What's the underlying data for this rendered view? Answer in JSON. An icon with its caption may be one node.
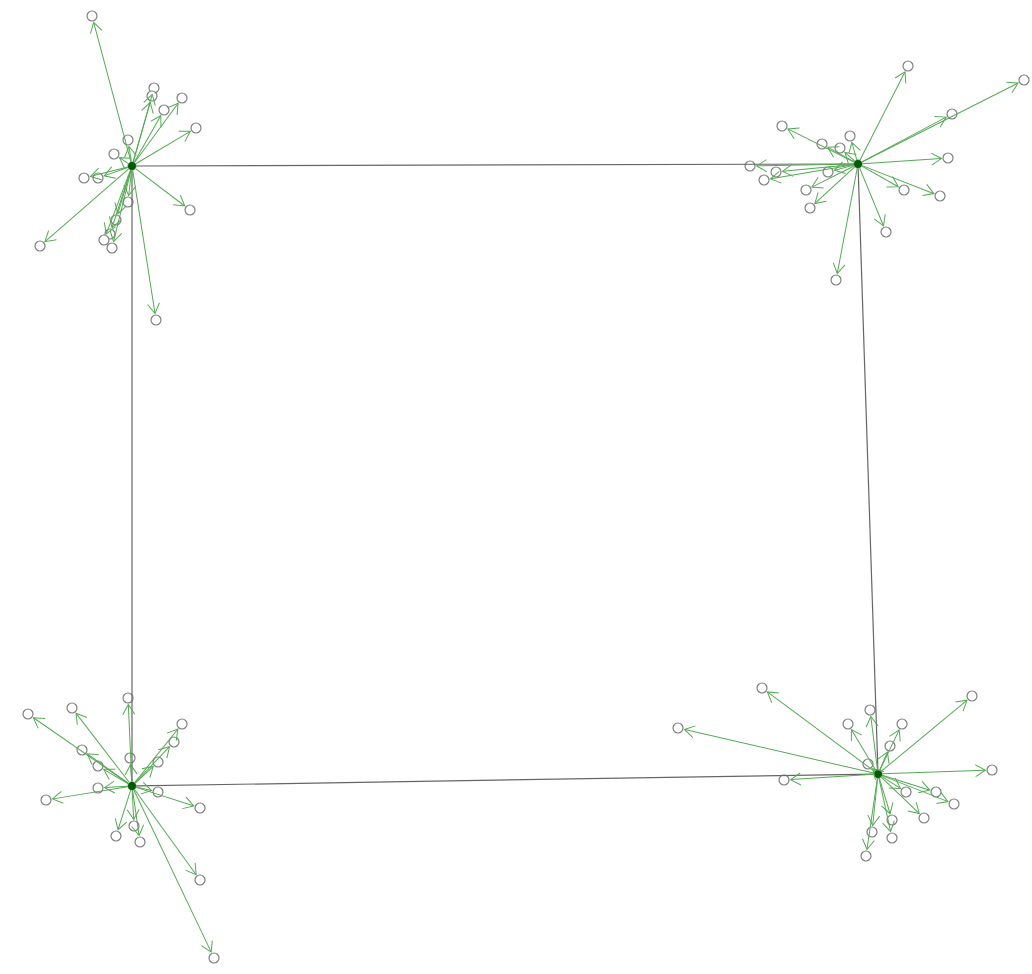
{
  "diagram": {
    "nodes": [
      {
        "text": [],
        "shape": "dot"
      },
      {
        "text": [],
        "shape": "circle"
      },
      {
        "text": [],
        "shape": "circle"
      },
      {
        "text": [],
        "shape": "circle"
      },
      {
        "text": [],
        "shape": "circle"
      },
      {
        "text": [],
        "shape": "circle"
      },
      {
        "text": [],
        "shape": "circle"
      },
      {
        "text": [],
        "shape": "circle"
      },
      {
        "text": [],
        "shape": "circle"
      },
      {
        "text": [],
        "shape": "circle"
      },
      {
        "text": [],
        "shape": "circle"
      },
      {
        "text": [],
        "shape": "circle"
      },
      {
        "text": [],
        "shape": "circle"
      },
      {
        "text": [],
        "shape": "circle"
      },
      {
        "text": [],
        "shape": "circle"
      },
      {
        "text": [],
        "shape": "circle"
      },
      {
        "text": [],
        "shape": "circle"
      },
      {
        "text": [],
        "shape": "circle"
      },
      {
        "text": [],
        "shape": "circle"
      },
      {
        "text": [],
        "shape": "dot"
      },
      {
        "text": [],
        "shape": "circle"
      },
      {
        "text": [],
        "shape": "circle"
      },
      {
        "text": [],
        "shape": "circle"
      },
      {
        "text": [],
        "shape": "circle"
      },
      {
        "text": [],
        "shape": "circle"
      },
      {
        "text": [],
        "shape": "circle"
      },
      {
        "text": [],
        "shape": "circle"
      },
      {
        "text": [],
        "shape": "circle"
      },
      {
        "text": [],
        "shape": "circle"
      },
      {
        "text": [],
        "shape": "circle"
      },
      {
        "text": [],
        "shape": "circle"
      },
      {
        "text": [],
        "shape": "circle"
      },
      {
        "text": [],
        "shape": "circle"
      },
      {
        "text": [],
        "shape": "circle"
      },
      {
        "text": [],
        "shape": "circle"
      },
      {
        "text": [],
        "shape": "circle"
      },
      {
        "text": [],
        "shape": "circle"
      },
      {
        "text": [],
        "shape": "circle"
      },
      {
        "text": [],
        "shape": "dot"
      },
      {
        "text": [],
        "shape": "circle"
      },
      {
        "text": [],
        "shape": "circle"
      },
      {
        "text": [],
        "shape": "circle"
      },
      {
        "text": [],
        "shape": "circle"
      },
      {
        "text": [],
        "shape": "circle"
      },
      {
        "text": [],
        "shape": "circle"
      },
      {
        "text": [],
        "shape": "circle"
      },
      {
        "text": [],
        "shape": "circle"
      },
      {
        "text": [],
        "shape": "circle"
      },
      {
        "text": [],
        "shape": "circle"
      },
      {
        "text": [],
        "shape": "circle"
      },
      {
        "text": [],
        "shape": "circle"
      },
      {
        "text": [],
        "shape": "circle"
      },
      {
        "text": [],
        "shape": "circle"
      },
      {
        "text": [],
        "shape": "circle"
      },
      {
        "text": [],
        "shape": "circle"
      },
      {
        "text": [],
        "shape": "circle"
      },
      {
        "text": [],
        "shape": "circle"
      },
      {
        "text": [],
        "shape": "dot"
      },
      {
        "text": [],
        "shape": "circle"
      },
      {
        "text": [],
        "shape": "circle"
      },
      {
        "text": [],
        "shape": "circle"
      },
      {
        "text": [],
        "shape": "circle"
      },
      {
        "text": [],
        "shape": "circle"
      },
      {
        "text": [],
        "shape": "circle"
      },
      {
        "text": [],
        "shape": "circle"
      },
      {
        "text": [],
        "shape": "circle"
      },
      {
        "text": [],
        "shape": "circle"
      },
      {
        "text": [],
        "shape": "circle"
      },
      {
        "text": [],
        "shape": "circle"
      },
      {
        "text": [],
        "shape": "circle"
      },
      {
        "text": [],
        "shape": "circle"
      },
      {
        "text": [],
        "shape": "circle"
      },
      {
        "text": [],
        "shape": "circle"
      },
      {
        "text": [],
        "shape": "circle"
      },
      {
        "text": [],
        "shape": "circle"
      },
      {
        "text": [],
        "shape": "circle"
      }
    ],
    "edges": [
      {
        "from": 0,
        "to": 19,
        "arrow": "none",
        "color": "#666666"
      },
      {
        "from": 19,
        "to": 57,
        "arrow": "none",
        "color": "#666666"
      },
      {
        "from": 57,
        "to": 38,
        "arrow": "none",
        "color": "#666666"
      },
      {
        "from": 38,
        "to": 0,
        "arrow": "none",
        "color": "#666666"
      },
      {
        "from": 0,
        "to": 1,
        "arrow": "to"
      },
      {
        "from": 0,
        "to": 2,
        "arrow": "to"
      },
      {
        "from": 0,
        "to": 3,
        "arrow": "to"
      },
      {
        "from": 0,
        "to": 4,
        "arrow": "to"
      },
      {
        "from": 0,
        "to": 5,
        "arrow": "to"
      },
      {
        "from": 0,
        "to": 6,
        "arrow": "to"
      },
      {
        "from": 0,
        "to": 7,
        "arrow": "to"
      },
      {
        "from": 0,
        "to": 8,
        "arrow": "to"
      },
      {
        "from": 0,
        "to": 9,
        "arrow": "to"
      },
      {
        "from": 0,
        "to": 10,
        "arrow": "to"
      },
      {
        "from": 0,
        "to": 11,
        "arrow": "to"
      },
      {
        "from": 0,
        "to": 12,
        "arrow": "to"
      },
      {
        "from": 0,
        "to": 13,
        "arrow": "to"
      },
      {
        "from": 0,
        "to": 14,
        "arrow": "to"
      },
      {
        "from": 0,
        "to": 15,
        "arrow": "to"
      },
      {
        "from": 0,
        "to": 16,
        "arrow": "to"
      },
      {
        "from": 0,
        "to": 17,
        "arrow": "to"
      },
      {
        "from": 0,
        "to": 18,
        "arrow": "to"
      },
      {
        "from": 19,
        "to": 20,
        "arrow": "to"
      },
      {
        "from": 19,
        "to": 21,
        "arrow": "to"
      },
      {
        "from": 19,
        "to": 22,
        "arrow": "to"
      },
      {
        "from": 19,
        "to": 23,
        "arrow": "to"
      },
      {
        "from": 19,
        "to": 24,
        "arrow": "to"
      },
      {
        "from": 19,
        "to": 25,
        "arrow": "to"
      },
      {
        "from": 19,
        "to": 26,
        "arrow": "to"
      },
      {
        "from": 19,
        "to": 27,
        "arrow": "to"
      },
      {
        "from": 19,
        "to": 28,
        "arrow": "to"
      },
      {
        "from": 19,
        "to": 29,
        "arrow": "to"
      },
      {
        "from": 19,
        "to": 30,
        "arrow": "to"
      },
      {
        "from": 19,
        "to": 31,
        "arrow": "to"
      },
      {
        "from": 19,
        "to": 32,
        "arrow": "to"
      },
      {
        "from": 19,
        "to": 33,
        "arrow": "to"
      },
      {
        "from": 19,
        "to": 34,
        "arrow": "to"
      },
      {
        "from": 19,
        "to": 35,
        "arrow": "to"
      },
      {
        "from": 19,
        "to": 36,
        "arrow": "to"
      },
      {
        "from": 19,
        "to": 37,
        "arrow": "to"
      },
      {
        "from": 38,
        "to": 39,
        "arrow": "to"
      },
      {
        "from": 38,
        "to": 40,
        "arrow": "to"
      },
      {
        "from": 38,
        "to": 41,
        "arrow": "to"
      },
      {
        "from": 38,
        "to": 42,
        "arrow": "to"
      },
      {
        "from": 38,
        "to": 43,
        "arrow": "to"
      },
      {
        "from": 38,
        "to": 44,
        "arrow": "to"
      },
      {
        "from": 38,
        "to": 45,
        "arrow": "to"
      },
      {
        "from": 38,
        "to": 46,
        "arrow": "to"
      },
      {
        "from": 38,
        "to": 47,
        "arrow": "to"
      },
      {
        "from": 38,
        "to": 48,
        "arrow": "to"
      },
      {
        "from": 38,
        "to": 49,
        "arrow": "to"
      },
      {
        "from": 38,
        "to": 50,
        "arrow": "to"
      },
      {
        "from": 38,
        "to": 51,
        "arrow": "to"
      },
      {
        "from": 38,
        "to": 52,
        "arrow": "to"
      },
      {
        "from": 38,
        "to": 53,
        "arrow": "to"
      },
      {
        "from": 38,
        "to": 54,
        "arrow": "to"
      },
      {
        "from": 38,
        "to": 55,
        "arrow": "to"
      },
      {
        "from": 38,
        "to": 56,
        "arrow": "to"
      },
      {
        "from": 57,
        "to": 58,
        "arrow": "to"
      },
      {
        "from": 57,
        "to": 59,
        "arrow": "to"
      },
      {
        "from": 57,
        "to": 60,
        "arrow": "to"
      },
      {
        "from": 57,
        "to": 61,
        "arrow": "to"
      },
      {
        "from": 57,
        "to": 62,
        "arrow": "to"
      },
      {
        "from": 57,
        "to": 63,
        "arrow": "to"
      },
      {
        "from": 57,
        "to": 64,
        "arrow": "to"
      },
      {
        "from": 57,
        "to": 65,
        "arrow": "to"
      },
      {
        "from": 57,
        "to": 66,
        "arrow": "to"
      },
      {
        "from": 57,
        "to": 67,
        "arrow": "to"
      },
      {
        "from": 57,
        "to": 68,
        "arrow": "to"
      },
      {
        "from": 57,
        "to": 69,
        "arrow": "to"
      },
      {
        "from": 57,
        "to": 70,
        "arrow": "to"
      },
      {
        "from": 57,
        "to": 71,
        "arrow": "to"
      },
      {
        "from": 57,
        "to": 72,
        "arrow": "to"
      },
      {
        "from": 57,
        "to": 73,
        "arrow": "to"
      },
      {
        "from": 57,
        "to": 74,
        "arrow": "to"
      },
      {
        "from": 57,
        "to": 75,
        "arrow": "to"
      }
    ]
  }
}
